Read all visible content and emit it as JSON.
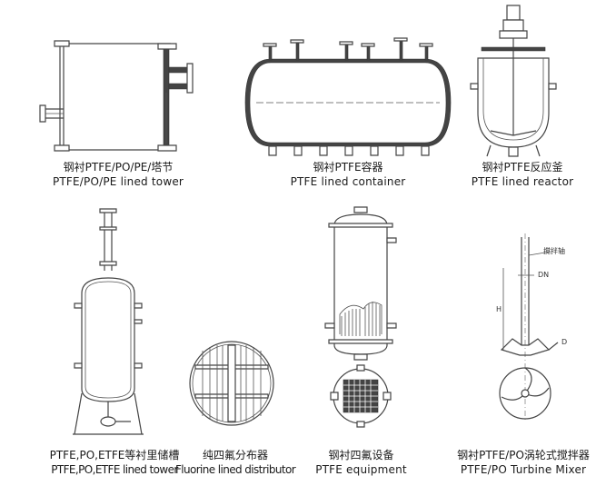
{
  "items": [
    {
      "cn": "钢衬PTFE/PO/PE/塔节",
      "en": "PTFE/PO/PE lined tower"
    },
    {
      "cn": "钢衬PTFE容器",
      "en": "PTFE lined container"
    },
    {
      "cn": "钢衬PTFE反应釜",
      "en": "PTFE lined reactor"
    },
    {
      "cn": "PTFE,PO,ETFE等衬里储槽",
      "en": "PTFE,PO,ETFE lined tower"
    },
    {
      "cn": "纯四氟分布器",
      "en": "Fluorine lined distributor"
    },
    {
      "cn": "钢衬四氟设备",
      "en": "PTFE equipment"
    },
    {
      "cn": "钢衬PTFE/PO涡轮式搅拌器",
      "en": "PTFE/PO Turbine Mixer"
    }
  ],
  "mixer_labels": {
    "top": "搅拌轴",
    "dn": "DN",
    "h": "H",
    "side": "D"
  },
  "colors": {
    "line": "#444444",
    "text": "#1a1a1a",
    "background": "#ffffff"
  }
}
